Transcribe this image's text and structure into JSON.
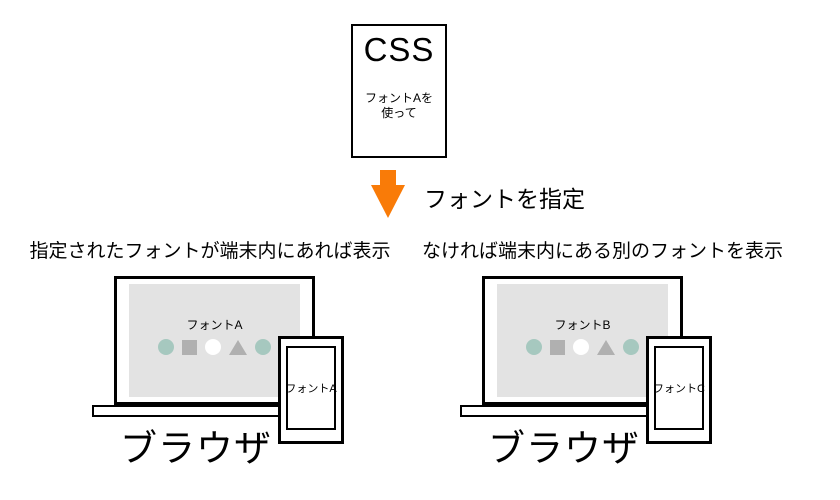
{
  "colors": {
    "arrow-orange": "#F97B08",
    "shape-teal": "#A6C8BF",
    "shape-gray": "#B0B0B0",
    "screen-gray": "#E3E3E3"
  },
  "css_box": {
    "title": "CSS",
    "note_line1": "フォントAを",
    "note_line2": "使って"
  },
  "arrow": {
    "icon": "down-arrow",
    "label": "フォントを指定"
  },
  "panels": [
    {
      "caption": "指定されたフォントが端末内にあれば表示",
      "laptop_font_label": "フォントA",
      "phone_font_label": "フォントA",
      "device_label": "ブラウザ",
      "shapes": [
        "teal-circle",
        "gray-square",
        "white-circle",
        "gray-triangle",
        "teal-circle"
      ]
    },
    {
      "caption": "なければ端末内にある別のフォントを表示",
      "laptop_font_label": "フォントB",
      "phone_font_label": "フォントC",
      "device_label": "ブラウザ",
      "shapes": [
        "teal-circle",
        "gray-square",
        "white-circle",
        "gray-triangle",
        "teal-circle"
      ]
    }
  ]
}
